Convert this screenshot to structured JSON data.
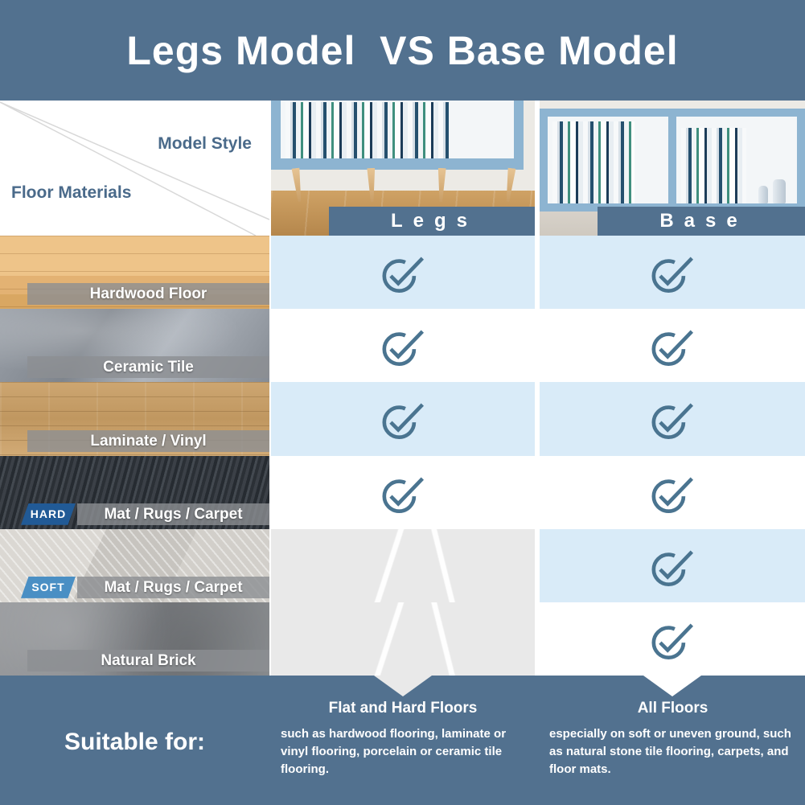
{
  "header": {
    "title": "Legs Model  VS Base Model"
  },
  "corner": {
    "top_label": "Model Style",
    "bottom_label": "Floor Materials"
  },
  "columns": {
    "legs": "Legs",
    "base": "Base"
  },
  "table": {
    "rows": [
      {
        "label": "Hardwood Floor",
        "badge": "",
        "badge_color": "",
        "legs": true,
        "base": true
      },
      {
        "label": "Ceramic Tile",
        "badge": "",
        "badge_color": "",
        "legs": true,
        "base": true
      },
      {
        "label": "Laminate / Vinyl",
        "badge": "",
        "badge_color": "",
        "legs": true,
        "base": true
      },
      {
        "label": "Mat / Rugs / Carpet",
        "badge": "HARD",
        "badge_color": "#215a96",
        "legs": true,
        "base": true
      },
      {
        "label": "Mat / Rugs / Carpet",
        "badge": "SOFT",
        "badge_color": "#4a8fc4",
        "legs": false,
        "base": true
      },
      {
        "label": "Natural Brick",
        "badge": "",
        "badge_color": "",
        "legs": false,
        "base": true
      }
    ]
  },
  "footer": {
    "label": "Suitable for:",
    "legs": {
      "title": "Flat and Hard Floors",
      "description": "such as hardwood flooring, laminate or vinyl flooring, porcelain or ceramic tile flooring."
    },
    "base": {
      "title": "All Floors",
      "description": "especially on soft or uneven ground, such as natural stone tile flooring, carpets, and floor mats."
    }
  },
  "colors": {
    "accent": "#52718f",
    "row_alt": "#d9ebf8",
    "check": "#4a7490",
    "na_bg": "#e9e9e9",
    "badge_hard": "#215a96",
    "badge_soft": "#4a8fc4"
  }
}
